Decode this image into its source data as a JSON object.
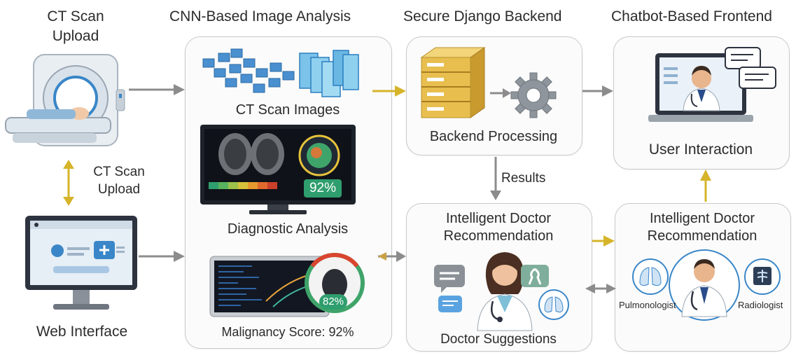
{
  "headings": {
    "upload": [
      "CT Scan",
      "Upload"
    ],
    "cnn": "CNN-Based Image Analysis",
    "backend": "Secure Django Backend",
    "frontend": "Chatbot-Based Frontend"
  },
  "left": {
    "side_label": [
      "CT Scan",
      "Upload"
    ],
    "web_interface": "Web Interface"
  },
  "cnn_panel": {
    "images_label": "CT Scan Images",
    "monitor_percent": "92%",
    "diagnostic_label": "Diagnostic Analysis",
    "score_badge": "82%",
    "score_label": "Malignancy Score: 92%"
  },
  "backend_panel": {
    "label": "Backend Processing",
    "results_label": "Results"
  },
  "frontend_panel": {
    "label": "User Interaction"
  },
  "recommend_panel": {
    "title": [
      "Intelligent Doctor",
      "Recommendation"
    ],
    "label": "Doctor Suggestions"
  },
  "specialist_panel": {
    "title": [
      "Intelligent Doctor",
      "Recommendation"
    ],
    "left_specialist": "Pulmonologist",
    "right_specialist": "Radiologist"
  },
  "colors": {
    "gray_arrow": "#8c8c8c",
    "gold_arrow": "#d6b42a",
    "accent_blue": "#3a86c8",
    "server_gold": "#e8bf4f",
    "badge_green": "#2f9e6e"
  },
  "icons": [
    "ct-scanner-icon",
    "web-monitor-icon",
    "cnn-layers-icon",
    "diagnostic-monitor-icon",
    "malignancy-tablet-icon",
    "server-icon",
    "gear-icon",
    "laptop-doctor-icon",
    "chat-bubbles-icon",
    "female-doctor-icon",
    "ribbon-icon",
    "lungs-icon",
    "male-doctor-icon",
    "xray-icon"
  ]
}
